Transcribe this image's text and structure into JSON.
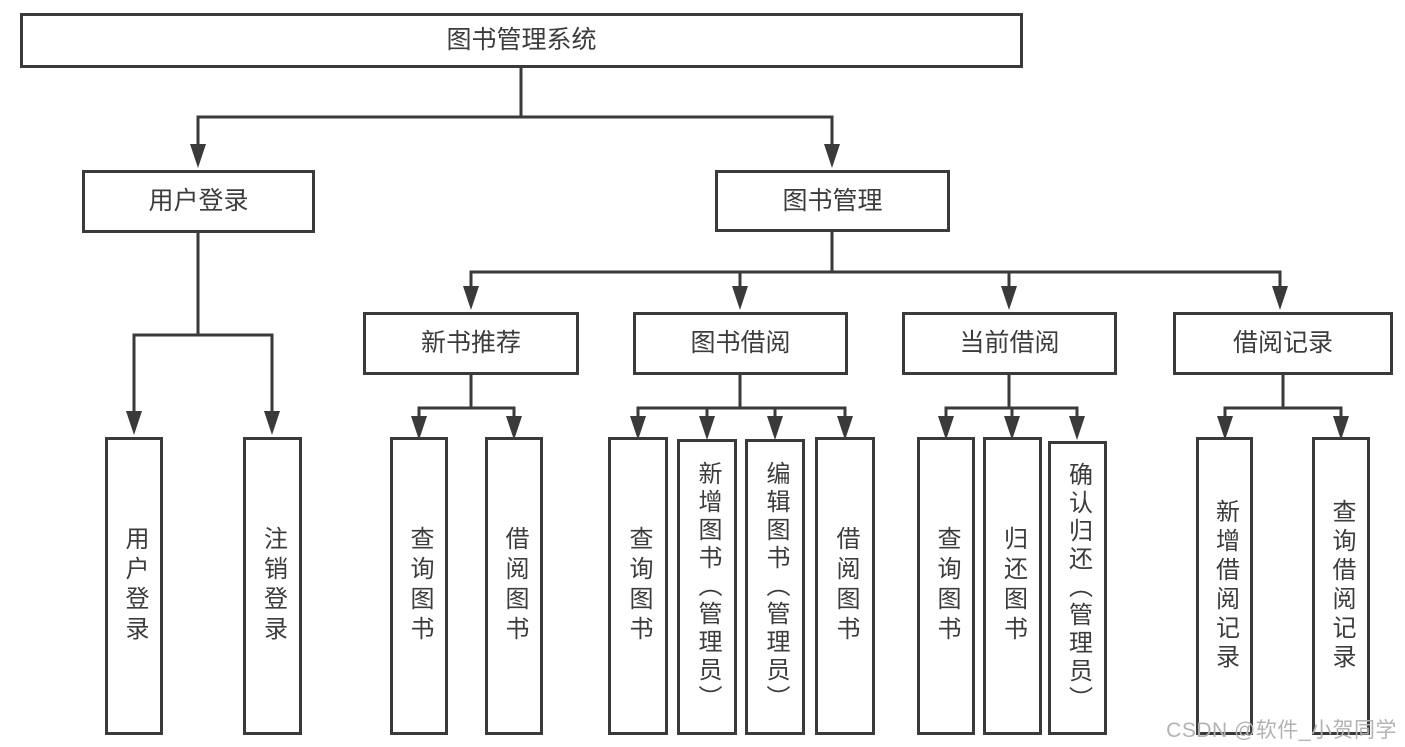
{
  "diagram": {
    "title": "图书管理系统",
    "branches": [
      {
        "label": "用户登录",
        "children": [
          "用户登录",
          "注销登录"
        ]
      },
      {
        "label": "图书管理",
        "groups": [
          {
            "label": "新书推荐",
            "children": [
              "查询图书",
              "借阅图书"
            ]
          },
          {
            "label": "图书借阅",
            "children": [
              "查询图书",
              "新增图书（管理员）",
              "编辑图书（管理员）",
              "借阅图书"
            ]
          },
          {
            "label": "当前借阅",
            "children": [
              "查询图书",
              "归还图书",
              "确认归还（管理员）"
            ]
          },
          {
            "label": "借阅记录",
            "children": [
              "新增借阅记录",
              "查询借阅记录"
            ]
          }
        ]
      }
    ]
  },
  "watermark": "CSDN @软件_小贺同学",
  "colors": {
    "line": "#3a3a3a",
    "node_border": "#3a3a3a",
    "node_fill": "#ffffff",
    "text": "#3c3c3c",
    "watermark": "#b3b3b3",
    "background": "#ffffff"
  }
}
